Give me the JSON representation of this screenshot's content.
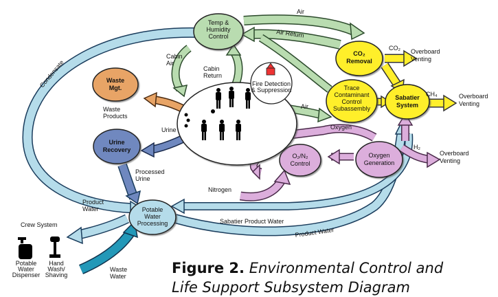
{
  "colors": {
    "green_loop": "#b9dcb0",
    "blue_loop": "#b5dcea",
    "purple_loop": "#dcaedc",
    "yellow": "#ffef2b",
    "orange": "#e8a466",
    "blue_node": "#6f88bf"
  },
  "nodes": {
    "temp_humidity": [
      "Temp &",
      "Humidity",
      "Control"
    ],
    "co2_removal": [
      "CO₂",
      "Removal"
    ],
    "trace_contaminant": [
      "Trace",
      "Contaminant",
      "Control",
      "Subassembly"
    ],
    "sabatier": [
      "Sabatier",
      "System"
    ],
    "waste_mgt": [
      "Waste",
      "Mgt."
    ],
    "urine_recovery": [
      "Urine",
      "Recovery"
    ],
    "o2n2": [
      "O₂/N₂",
      "Control"
    ],
    "oxygen_generation": [
      "Oxygen",
      "Generation"
    ],
    "potable_water": [
      "Potable",
      "Water",
      "Processing"
    ],
    "fire_detection": [
      "Fire Detection",
      "& Suppression"
    ]
  },
  "labels": {
    "air_top": "Air",
    "air_return": "Air Return",
    "cabin_air": [
      "Cabin",
      "Air"
    ],
    "cabin_return": [
      "Cabin",
      "Return"
    ],
    "condensate": "Condensate",
    "air_mid": "Air",
    "oxygen": "Oxygen",
    "co2": "CO₂",
    "ch4": "CH₄",
    "h2": "H₂",
    "overboard_venting_1": [
      "Overboard",
      "Venting"
    ],
    "overboard_venting_2": [
      "Overboard",
      "Venting"
    ],
    "overboard_venting_3": [
      "Overboard",
      "Venting"
    ],
    "waste_products": [
      "Waste",
      "Products"
    ],
    "urine": "Urine",
    "processed_urine": [
      "Processed",
      "Urine"
    ],
    "nitrogen": "Nitrogen",
    "product_water_left": [
      "Product",
      "Water"
    ],
    "sabatier_product_water": "Sabatier Product Water",
    "product_water_bottom": "Product Water",
    "waste_water": [
      "Waste",
      "Water"
    ]
  },
  "crew_system": {
    "title": "Crew System",
    "potable_dispenser": [
      "Potable",
      "Water",
      "Dispenser"
    ],
    "hand_wash": [
      "Hand",
      "Wash/",
      "Shaving"
    ]
  },
  "caption": {
    "figure": "Figure 2.",
    "line1": " Environmental Control and",
    "line2": "Life Support Subsystem Diagram"
  }
}
